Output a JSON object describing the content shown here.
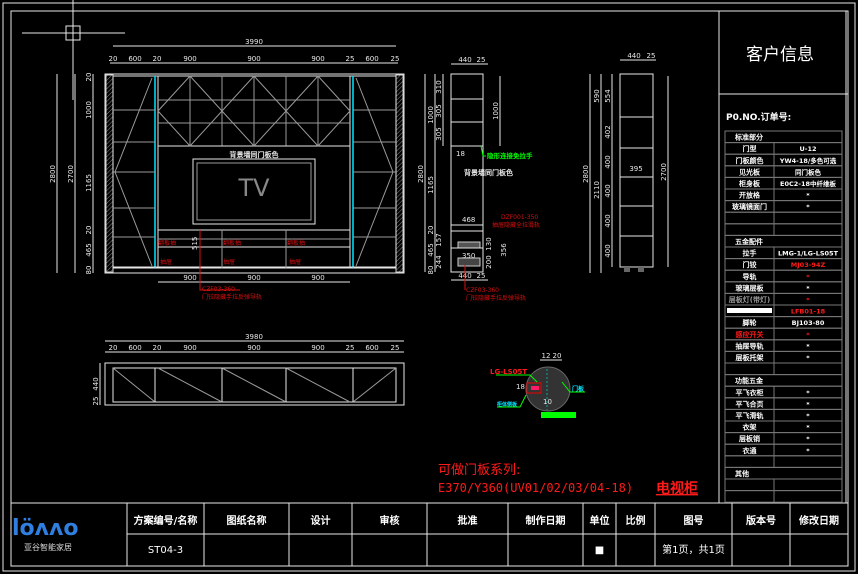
{
  "customer_info": {
    "title": "客户信息",
    "po_label": "P0.NO.订单号:",
    "rows": [
      {
        "label": "标准部分",
        "value": "",
        "header": true
      },
      {
        "label": "门型",
        "value": "U-12"
      },
      {
        "label": "门板颜色",
        "value": "YW4-18/多色可选"
      },
      {
        "label": "见光板",
        "value": "同门板色"
      },
      {
        "label": "柜身板",
        "value": "E0C2-18中纤维板"
      },
      {
        "label": "开放格",
        "value": "*"
      },
      {
        "label": "玻璃镜面门",
        "value": "*"
      },
      {
        "label": "",
        "value": ""
      },
      {
        "label": "",
        "value": ""
      },
      {
        "label": "五金配件",
        "value": "",
        "header": true
      },
      {
        "label": "拉手",
        "value": "LMG-1/LG-LS05T",
        "red_part": "LG-LS05T"
      },
      {
        "label": "门铰",
        "value": "MJ03-94Z",
        "red": true
      },
      {
        "label": "导轨",
        "value": "*",
        "red": true
      },
      {
        "label": "玻璃层板",
        "value": "*"
      },
      {
        "label": "层板灯(带灯)",
        "value": "*",
        "red": true,
        "dim": true
      },
      {
        "label": "",
        "value": "LFB01-18",
        "red": true,
        "whitebar": true
      },
      {
        "label": "脚轮",
        "value": "BJ103-80"
      },
      {
        "label": "感应开关",
        "value": "*",
        "red": true,
        "redlabel": true
      },
      {
        "label": "抽屉导轨",
        "value": "*"
      },
      {
        "label": "层板托架",
        "value": "*"
      },
      {
        "label": "",
        "value": ""
      },
      {
        "label": "功能五金",
        "value": "",
        "header": true
      },
      {
        "label": "平飞衣柜",
        "value": "*"
      },
      {
        "label": "平飞合页",
        "value": "*"
      },
      {
        "label": "平飞滑轨",
        "value": "*"
      },
      {
        "label": "衣架",
        "value": "*"
      },
      {
        "label": "层板销",
        "value": "*"
      },
      {
        "label": "衣通",
        "value": "*"
      },
      {
        "label": "",
        "value": ""
      },
      {
        "label": "其他",
        "value": "",
        "header": true
      },
      {
        "label": "",
        "value": ""
      },
      {
        "label": "",
        "value": ""
      }
    ]
  },
  "title_block": {
    "logo_text": "löʌʌo",
    "company": "亚谷智能家居",
    "headers": [
      "方案编号/名称",
      "图纸名称",
      "设计",
      "审核",
      "批准",
      "制作日期",
      "单位",
      "比例",
      "图号",
      "版本号",
      "修改日期"
    ],
    "values": [
      "ST04-3",
      "",
      "",
      "",
      "",
      "",
      "■",
      "",
      "第1页，共1页",
      "",
      ""
    ]
  },
  "drawing": {
    "tv_label": "TV",
    "bg_label": "背景墙同门板色",
    "total_width": "3990",
    "sub_widths": [
      "20",
      "600",
      "20",
      "900",
      "900",
      "900",
      "25",
      "600",
      "25"
    ],
    "heights_outer": "2800",
    "heights_inner": "2700",
    "heights_parts": [
      "20",
      "1000",
      "1165",
      "20",
      "465",
      "80"
    ],
    "bottom_widths": [
      "900",
      "900",
      "900"
    ],
    "drawer_labels": [
      "翻板抽",
      "翻板抽",
      "翻板抽"
    ],
    "drawer_labels2": [
      "抽屉",
      "抽屉",
      "抽屉"
    ],
    "dim_515": "515",
    "hinge_note1": "CZF03-360",
    "hinge_note2": "门铰隐藏手拉反弹导轨",
    "section": {
      "top_dims": [
        "440",
        "25"
      ],
      "left_dims": [
        "2800",
        "1000",
        "1165",
        "20",
        "465",
        "80"
      ],
      "upper_dims": [
        "310",
        "305",
        "305",
        "20"
      ],
      "inner_1000": "1000",
      "dim_18": "18",
      "green_note": "隐形连接免拉手",
      "bg_note": "背景墙同门板色",
      "dim_468": "468",
      "rail_note1": "DZF001-350",
      "rail_note2": "抽屉隐藏全拉滑轨",
      "dim_350": "350",
      "drawer_dims": [
        "157",
        "244",
        "130",
        "200",
        "356"
      ],
      "bottom_dims": [
        "440",
        "25"
      ],
      "hinge_note1": "CZF03-360",
      "hinge_note2": "门铰隐藏手拉反弹导轨"
    },
    "side_view": {
      "top_dims": [
        "440",
        "25"
      ],
      "left_dims": [
        "2800",
        "2110",
        "590",
        "554",
        "402",
        "400",
        "400",
        "400",
        "400"
      ],
      "dim_395": "395",
      "dim_2700": "2700"
    },
    "plan": {
      "total_width": "3980",
      "sub_widths": [
        "20",
        "600",
        "20",
        "900",
        "900",
        "900",
        "25",
        "600",
        "25"
      ],
      "depths": [
        "440",
        "25"
      ]
    },
    "detail": {
      "dims": [
        "12",
        "20",
        "10",
        "18"
      ],
      "handle_label": "LG-LS05T",
      "door_label": "门板",
      "body_label": "柜体侧板"
    },
    "series_line1": "可做门板系列:",
    "series_line2": "E370/Y360(UV01/02/03/04-18)",
    "product_name": "电视柜"
  },
  "colors": {
    "background": "#000000",
    "line": "#e8e8e8",
    "red": "#ff1a1a",
    "cyan": "#00e5ff",
    "green": "#00ff00"
  }
}
